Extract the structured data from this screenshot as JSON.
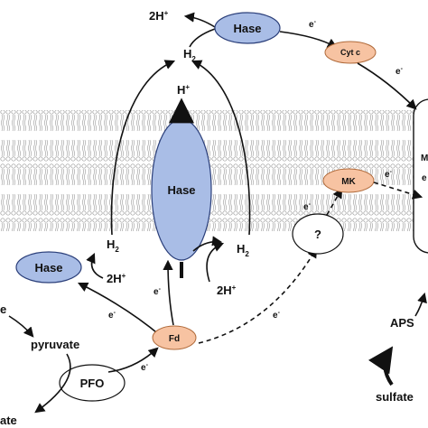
{
  "hase_top": {
    "label": "Hase",
    "product": "2H",
    "product_sup": "+",
    "substrate": "H",
    "substrate_sub": "2",
    "electron": "e",
    "electron_sup": "-"
  },
  "cytc": {
    "label": "Cyt c",
    "electron": "e",
    "electron_sup": "-"
  },
  "mk": {
    "label": "MK",
    "electron": "e",
    "electron_sup": "-"
  },
  "right_box": {
    "label_top": "M",
    "label_bottom": "e"
  },
  "hase_membrane": {
    "label": "Hase",
    "proton": "H",
    "proton_sup": "+",
    "electron": "e",
    "electron_sup": "-"
  },
  "h2_left": {
    "text": "H",
    "sub": "2"
  },
  "h2_right": {
    "text": "H",
    "sub": "2"
  },
  "two_h_right": {
    "text": "2H",
    "sup": "+"
  },
  "unknown": {
    "label": "?",
    "electron": "e",
    "electron_sup": "-"
  },
  "hase_left": {
    "label": "Hase",
    "product": "2H",
    "product_sup": "+"
  },
  "fd": {
    "label": "Fd",
    "electron_in": "e",
    "electron_out": "e",
    "electron_out2": "e",
    "electron_sup": "-"
  },
  "metabolism": {
    "lactate_fragment": "e",
    "pyruvate": "pyruvate",
    "pfo": "PFO",
    "acetate_fragment": "ate"
  },
  "sulfate_path": {
    "aps": "APS",
    "sulfate": "sulfate"
  },
  "colors": {
    "blue": "#a9bde6",
    "blue_stroke": "#2b3f7a",
    "orange": "#f7c3a2",
    "orange_stroke": "#b06a3a"
  }
}
